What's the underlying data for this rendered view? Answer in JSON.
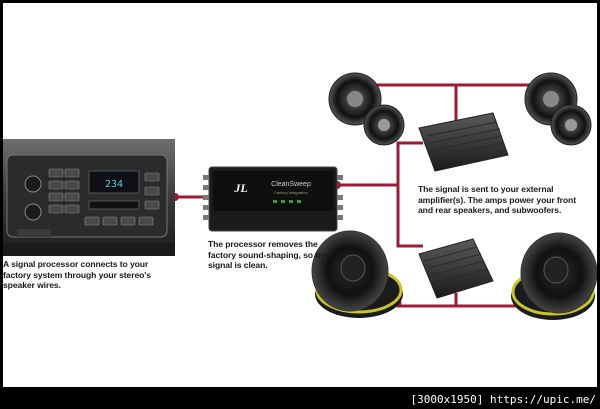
{
  "captions": {
    "left": "A signal processor connects to your factory system through your stereo's speaker wires.",
    "middle": "The processor removes the factory sound-shaping, so the signal is clean.",
    "right": "The signal is sent to your external amplifier(s). The amps power your front and rear speakers, and subwoofers."
  },
  "stereo": {
    "display": "234"
  },
  "processor": {
    "brand": "JL",
    "name": "CleanSweep",
    "sub": "Factory Integration"
  },
  "colors": {
    "wire": "#9c1b34",
    "device": "#1b1b1b",
    "subwoofer_accent": "#c9c428"
  },
  "footer": {
    "resolution": "[3000x1950]",
    "site": "https://upic.me/"
  }
}
